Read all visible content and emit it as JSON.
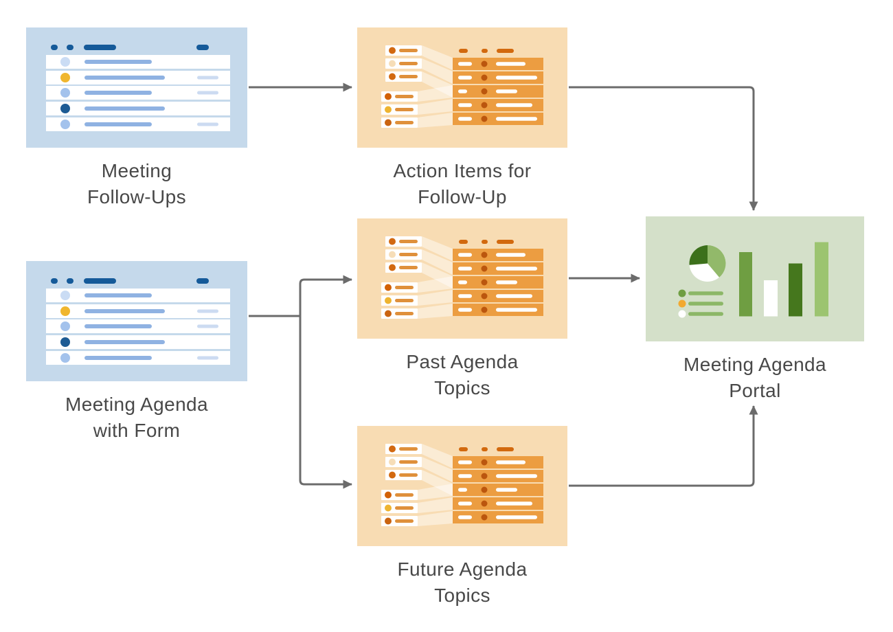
{
  "diagram": {
    "arrow_color": "#6b6b6b",
    "label_color": "#484848",
    "nodes": [
      {
        "id": "meeting-follow-ups",
        "label": "Meeting\nFollow-Ups",
        "illustration": "blue-table-list-illustration",
        "fill": "#c5d9eb"
      },
      {
        "id": "action-items-for-follow-up",
        "label": "Action Items for\nFollow-Up",
        "illustration": "orange-data-mapping-illustration",
        "fill": "#f8dcb3"
      },
      {
        "id": "meeting-agenda-with-form",
        "label": "Meeting Agenda\nwith Form",
        "illustration": "blue-table-list-illustration",
        "fill": "#c5d9eb"
      },
      {
        "id": "past-agenda-topics",
        "label": "Past Agenda\nTopics",
        "illustration": "orange-data-mapping-illustration",
        "fill": "#f8dcb3"
      },
      {
        "id": "future-agenda-topics",
        "label": "Future Agenda\nTopics",
        "illustration": "orange-data-mapping-illustration",
        "fill": "#f8dcb3"
      },
      {
        "id": "meeting-agenda-portal",
        "label": "Meeting Agenda\nPortal",
        "illustration": "green-dashboard-charts-illustration",
        "fill": "#d4e0c9"
      }
    ],
    "edges": [
      {
        "from": "meeting-follow-ups",
        "to": "action-items-for-follow-up"
      },
      {
        "from": "action-items-for-follow-up",
        "to": "meeting-agenda-portal"
      },
      {
        "from": "meeting-agenda-with-form",
        "to": "past-agenda-topics"
      },
      {
        "from": "meeting-agenda-with-form",
        "to": "future-agenda-topics"
      },
      {
        "from": "past-agenda-topics",
        "to": "meeting-agenda-portal"
      },
      {
        "from": "future-agenda-topics",
        "to": "meeting-agenda-portal"
      }
    ],
    "palette": {
      "blue_bg": "#c5d9eb",
      "blue_dark": "#155a99",
      "blue_line": "#8fb2e2",
      "blue_light": "#cadcf4",
      "yellow": "#f0b62e",
      "orange_bg": "#f8dcb3",
      "orange_table": "#ec9d41",
      "orange_dark": "#d2690e",
      "orange_dot": "#bb560e",
      "orange_line": "#df903b",
      "green_bg": "#d4e0c9",
      "green_mid": "#6f9e42",
      "green_dark": "#45771d",
      "green_light": "#9cc470",
      "green_line": "#8cb767"
    }
  }
}
